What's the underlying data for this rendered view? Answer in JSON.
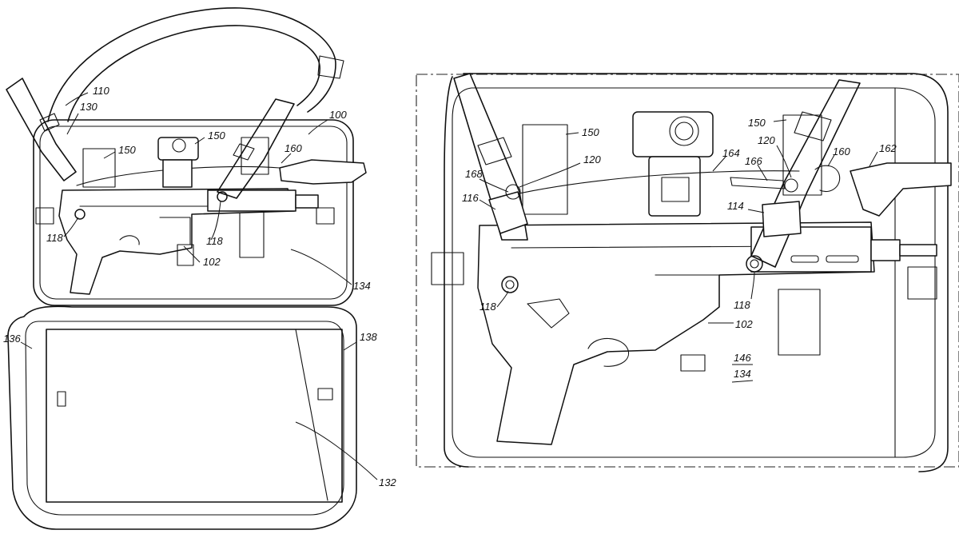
{
  "figure": {
    "title": "Patent drawing: firearm carrying case with sling system",
    "left_view": {
      "labels": [
        "110",
        "130",
        "100",
        "150",
        "150",
        "160",
        "118",
        "118",
        "102",
        "134",
        "136",
        "138",
        "132"
      ]
    },
    "right_view": {
      "labels": [
        "150",
        "150",
        "120",
        "120",
        "168",
        "164",
        "166",
        "160",
        "162",
        "116",
        "114",
        "118",
        "118",
        "102",
        "146",
        "134"
      ]
    }
  }
}
